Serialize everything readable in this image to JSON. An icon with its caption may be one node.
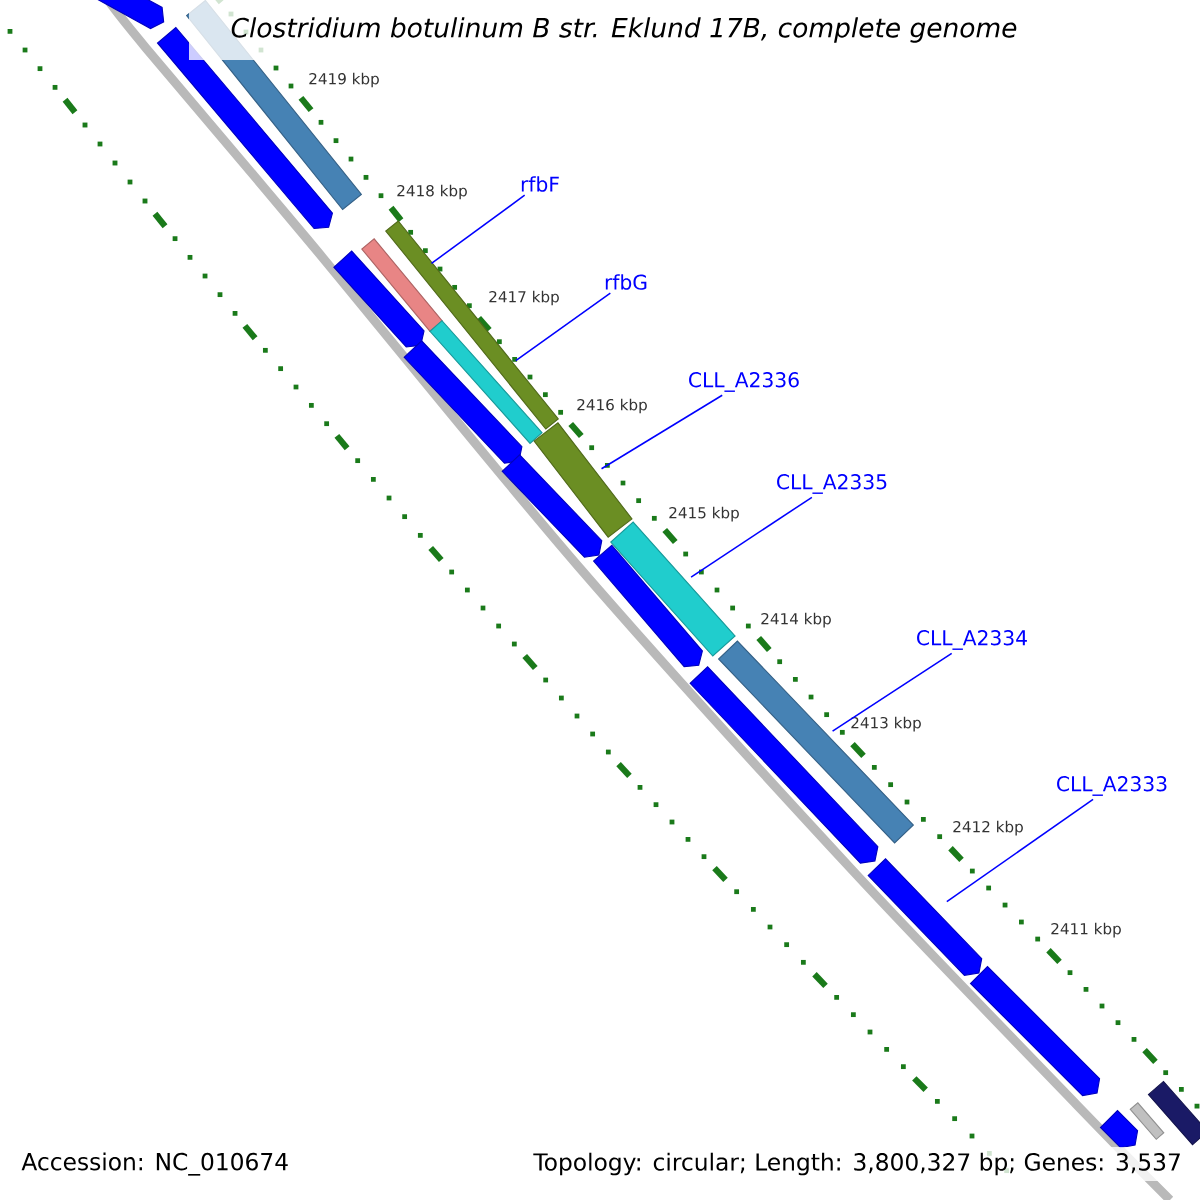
{
  "diagram": {
    "title": "Clostridium botulinum B str. Eklund 17B, complete genome",
    "nodes": [
      {
        "text": [
          "rfbF"
        ]
      },
      {
        "text": [
          "rfbG"
        ]
      },
      {
        "text": [
          "CLL_A2336"
        ]
      },
      {
        "text": [
          "CLL_A2335"
        ]
      },
      {
        "text": [
          "CLL_A2334"
        ]
      },
      {
        "text": [
          "CLL_A2333"
        ]
      },
      {
        "text": [],
        "shape": "arrow"
      },
      {
        "text": [],
        "shape": "bar"
      },
      {
        "text": [],
        "shape": "arrow"
      },
      {
        "text": [],
        "shape": "arrow"
      },
      {
        "text": [],
        "shape": "bar"
      },
      {
        "text": [],
        "shape": "bar"
      },
      {
        "text": [],
        "shape": "bar"
      },
      {
        "text": [],
        "shape": "arrow"
      },
      {
        "text": [],
        "shape": "arrow"
      },
      {
        "text": [],
        "shape": "bar"
      },
      {
        "text": [],
        "shape": "arrow"
      },
      {
        "text": [],
        "shape": "bar"
      },
      {
        "text": [],
        "shape": "arrow"
      },
      {
        "text": [],
        "shape": "bar"
      },
      {
        "text": [],
        "shape": "arrow"
      },
      {
        "text": [],
        "shape": "arrow"
      },
      {
        "text": [],
        "shape": "arrow"
      },
      {
        "text": [],
        "shape": "bar"
      },
      {
        "text": [],
        "shape": "bar"
      }
    ],
    "edges": [
      {
        "from": 0,
        "to": 10,
        "arrow": "none"
      },
      {
        "from": 1,
        "to": 12,
        "arrow": "none"
      },
      {
        "from": 2,
        "to": 15,
        "arrow": "none"
      },
      {
        "from": 3,
        "to": 17,
        "arrow": "none"
      },
      {
        "from": 4,
        "to": 19,
        "arrow": "none"
      },
      {
        "from": 5,
        "to": 20,
        "arrow": "none"
      }
    ],
    "labels": [
      "2419 kbp",
      "2418 kbp",
      "2417 kbp",
      "2416 kbp",
      "2415 kbp",
      "2414 kbp",
      "2413 kbp",
      "2412 kbp",
      "2411 kbp",
      "Accession: NC_010674",
      "Topology: circular; Length: 3,800,327 bp; Genes: 3,537"
    ]
  }
}
